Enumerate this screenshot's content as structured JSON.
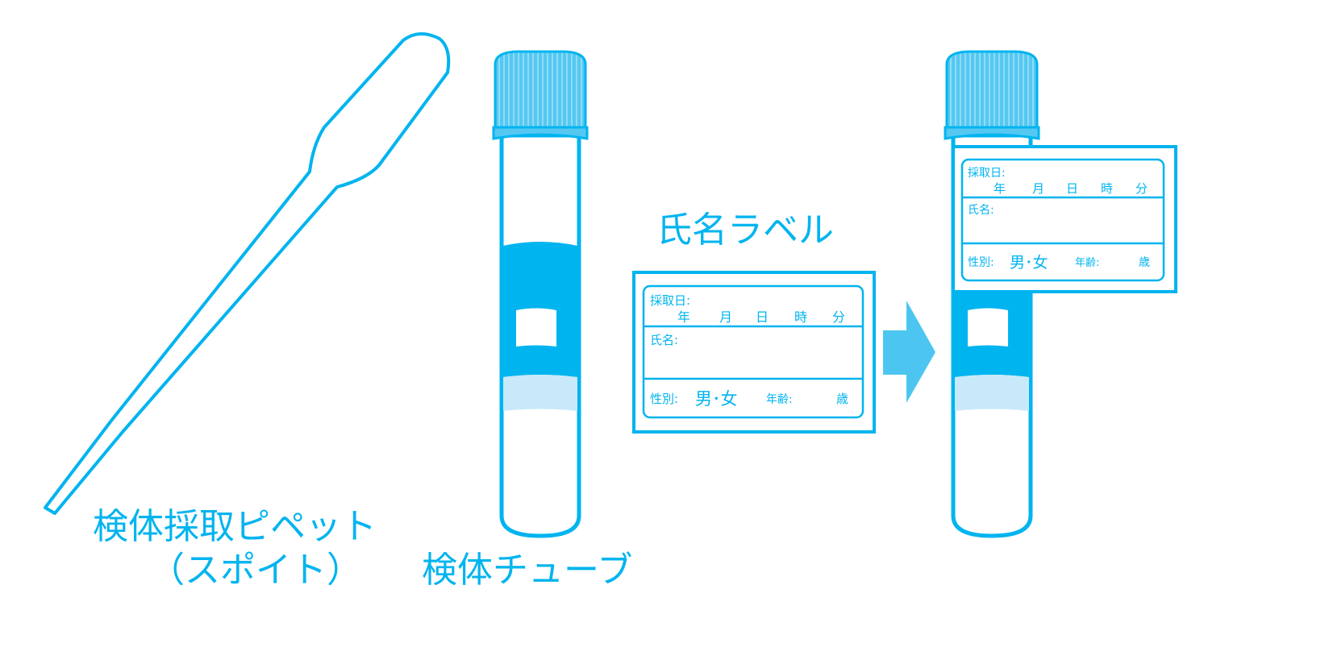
{
  "colors": {
    "primary": "#00b4ef",
    "light": "#c8e9f9",
    "cap": "#55c8f2",
    "arrow": "#4cc6f1"
  },
  "captions": {
    "pipette_line1": "検体採取ピペット",
    "pipette_line2": "（スポイト）",
    "tube": "検体チューブ",
    "label_title": "氏名ラベル"
  },
  "name_label": {
    "collection_date": "採取日:",
    "year": "年",
    "month": "月",
    "day": "日",
    "hour": "時",
    "minute": "分",
    "name": "氏名:",
    "sex": "性別:",
    "sex_options": "男･女",
    "age": "年齢:",
    "age_unit": "歳"
  }
}
